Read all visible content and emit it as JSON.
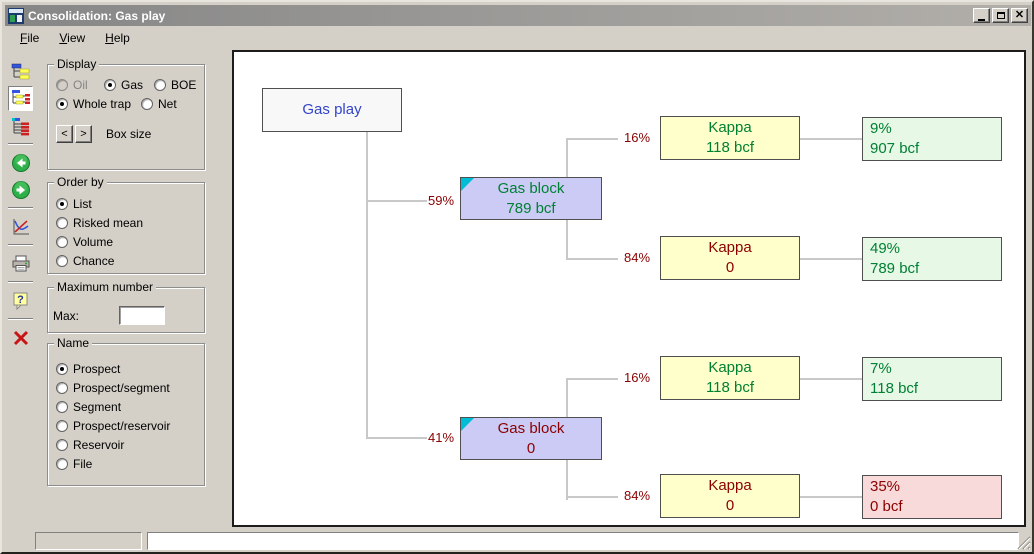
{
  "window": {
    "title": "Consolidation: Gas play",
    "controls": {
      "minimize": "minimize",
      "maximize": "maximize",
      "close": "x"
    }
  },
  "menu": {
    "items": [
      {
        "label": "File"
      },
      {
        "label": "View"
      },
      {
        "label": "Help"
      }
    ]
  },
  "toolbar": {
    "icons": [
      "tree-list-icon",
      "tree-branch-icon",
      "tree-full-icon",
      "back-icon",
      "forward-icon",
      "chart-icon",
      "print-icon",
      "help-icon",
      "delete-icon"
    ],
    "pressed_index": 1
  },
  "sidebar": {
    "display": {
      "legend": "Display",
      "options": [
        {
          "label": "Oil",
          "checked": false,
          "disabled": true
        },
        {
          "label": "Gas",
          "checked": true,
          "disabled": false
        },
        {
          "label": "BOE",
          "checked": false,
          "disabled": false
        },
        {
          "label": "Whole trap",
          "checked": true,
          "disabled": false
        },
        {
          "label": "Net",
          "checked": false,
          "disabled": false
        }
      ],
      "box_size": {
        "label": "Box size",
        "decrease": "<",
        "increase": ">"
      }
    },
    "order_by": {
      "legend": "Order by",
      "options": [
        {
          "label": "List",
          "checked": true
        },
        {
          "label": "Risked mean",
          "checked": false
        },
        {
          "label": "Volume",
          "checked": false
        },
        {
          "label": "Chance",
          "checked": false
        }
      ]
    },
    "maximum_number": {
      "legend": "Maximum number",
      "field_label": "Max:",
      "value": ""
    },
    "name": {
      "legend": "Name",
      "options": [
        {
          "label": "Prospect",
          "checked": true
        },
        {
          "label": "Prospect/segment",
          "checked": false
        },
        {
          "label": "Segment",
          "checked": false
        },
        {
          "label": "Prospect/reservoir",
          "checked": false
        },
        {
          "label": "Reservoir",
          "checked": false
        },
        {
          "label": "File",
          "checked": false
        }
      ]
    }
  },
  "tree": {
    "root": {
      "label": "Gas play"
    },
    "blocks": [
      {
        "pct": "59%",
        "title": "Gas block",
        "value": "789 bcf",
        "color": "green"
      },
      {
        "pct": "41%",
        "title": "Gas block",
        "value": "0",
        "color": "maroon"
      }
    ],
    "leaves": [
      {
        "pct": "16%",
        "title": "Kappa",
        "value": "118 bcf",
        "result_pct": "9%",
        "result_value": "907 bcf",
        "color": "green"
      },
      {
        "pct": "84%",
        "title": "Kappa",
        "value": "0",
        "result_pct": "49%",
        "result_value": "789 bcf",
        "color": "maroon"
      },
      {
        "pct": "16%",
        "title": "Kappa",
        "value": "118 bcf",
        "result_pct": "7%",
        "result_value": "118 bcf",
        "color": "green"
      },
      {
        "pct": "84%",
        "title": "Kappa",
        "value": "0",
        "result_pct": "35%",
        "result_value": "0 bcf",
        "color": "maroon"
      }
    ]
  },
  "status_bar": {
    "left_panel": "",
    "right_panel": ""
  },
  "colors": {
    "window_face": "#d4d0c8",
    "titlebar_gray": "#9a9a9a",
    "root_text_blue": "#3344cc",
    "positive_green": "#008033",
    "risk_maroon": "#8b0000",
    "block_lavender": "#cbcbf6",
    "leaf_yellow": "#ffffcc",
    "result_green_bg": "#e7f8e7",
    "result_pink_bg": "#f9dada",
    "marker_cyan": "#00bdd6",
    "connector_gray": "#c8c8c8"
  }
}
